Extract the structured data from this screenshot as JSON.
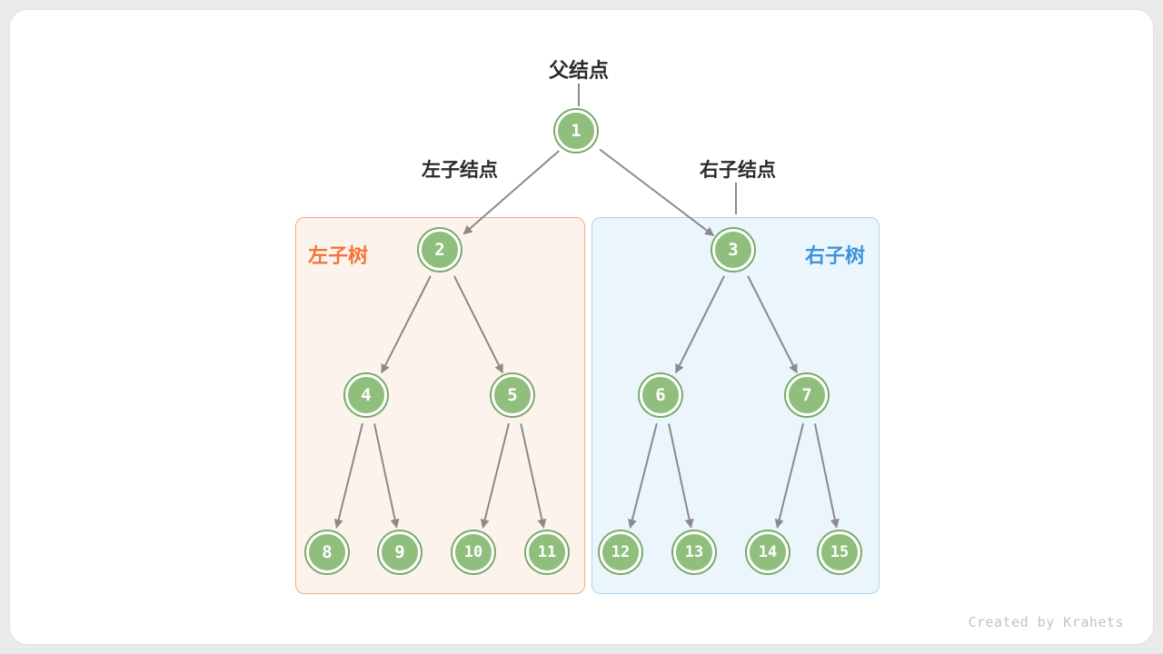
{
  "diagram": {
    "type": "binary-tree",
    "labels": {
      "parent": "父结点",
      "left_child": "左子结点",
      "right_child": "右子结点",
      "left_subtree": "左子树",
      "right_subtree": "右子树"
    },
    "node_values": [
      "1",
      "2",
      "3",
      "4",
      "5",
      "6",
      "7",
      "8",
      "9",
      "10",
      "11",
      "12",
      "13",
      "14",
      "15"
    ],
    "edges_by_value": [
      [
        "1",
        "2"
      ],
      [
        "1",
        "3"
      ],
      [
        "2",
        "4"
      ],
      [
        "2",
        "5"
      ],
      [
        "3",
        "6"
      ],
      [
        "3",
        "7"
      ],
      [
        "4",
        "8"
      ],
      [
        "4",
        "9"
      ],
      [
        "5",
        "10"
      ],
      [
        "5",
        "11"
      ],
      [
        "6",
        "12"
      ],
      [
        "6",
        "13"
      ],
      [
        "7",
        "14"
      ],
      [
        "7",
        "15"
      ]
    ],
    "colors": {
      "node_fill": "#8FBE7D",
      "node_ring": "#79A967",
      "edge": "#8A8A8A",
      "left_subtree_accent": "#F4743B",
      "left_subtree_bg": "#FDF3ED",
      "left_subtree_border": "#F3AC83",
      "right_subtree_accent": "#3E93DD",
      "right_subtree_bg": "#EBF5FC",
      "right_subtree_border": "#A9D4F0"
    }
  },
  "credit": "Created by Krahets"
}
